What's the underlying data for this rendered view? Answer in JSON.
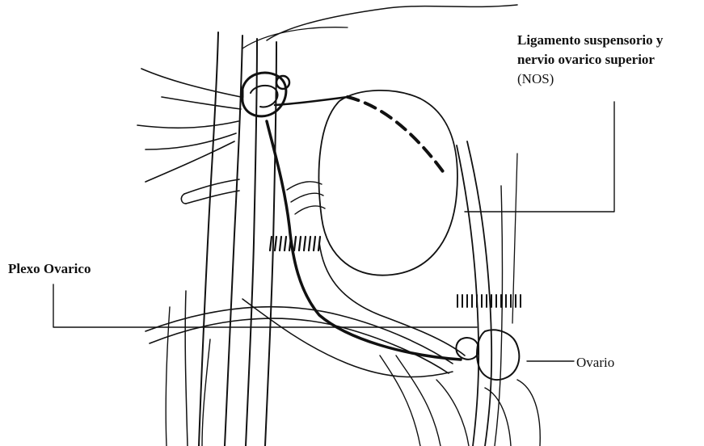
{
  "labels": {
    "nos": {
      "line1": "Ligamento suspensorio y",
      "line2": "nervio ovarico superior",
      "line3": "(NOS)"
    },
    "plexo": "Plexo Ovarico",
    "ovario": "Ovario"
  },
  "colors": {
    "ink": "#111111",
    "background": "#ffffff"
  }
}
